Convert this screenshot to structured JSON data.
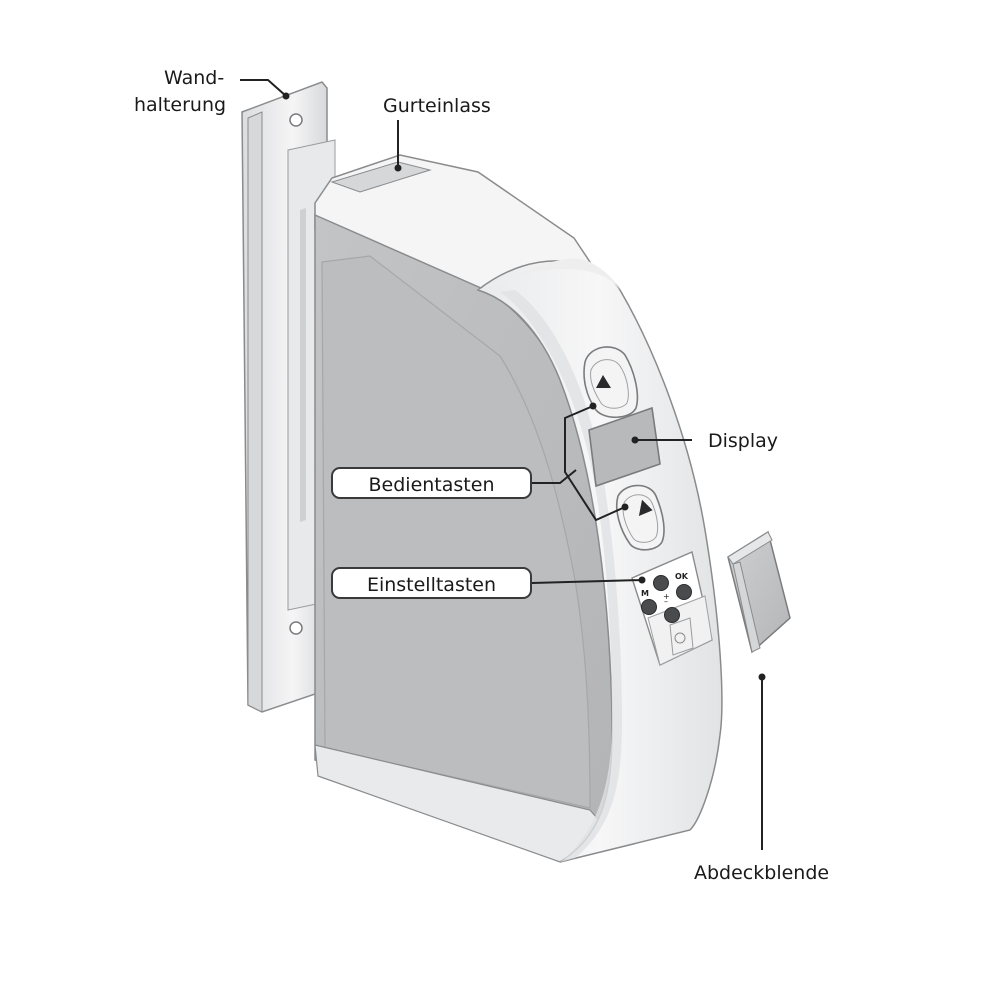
{
  "labels": {
    "wall_bracket_line1": "Wand-",
    "wall_bracket_line2": "halterung",
    "belt_inlet": "Gurteinlass",
    "display": "Display",
    "control_buttons": "Bedientasten",
    "setting_buttons": "Einstelltasten",
    "cover_panel": "Abdeckblende"
  },
  "button_marks": {
    "ok": "OK",
    "m": "M",
    "plus": "+",
    "minus": "–"
  },
  "colors": {
    "background": "#ffffff",
    "housing_white": "#f3f3f4",
    "housing_shade": "#d2d3d5",
    "side_panel_gray": "#b9babc",
    "outline": "#8a8b8d",
    "button_dark": "#4a4b4d",
    "leader_line": "#222222"
  },
  "icons": [
    "arrow-up-icon",
    "arrow-down-icon"
  ]
}
